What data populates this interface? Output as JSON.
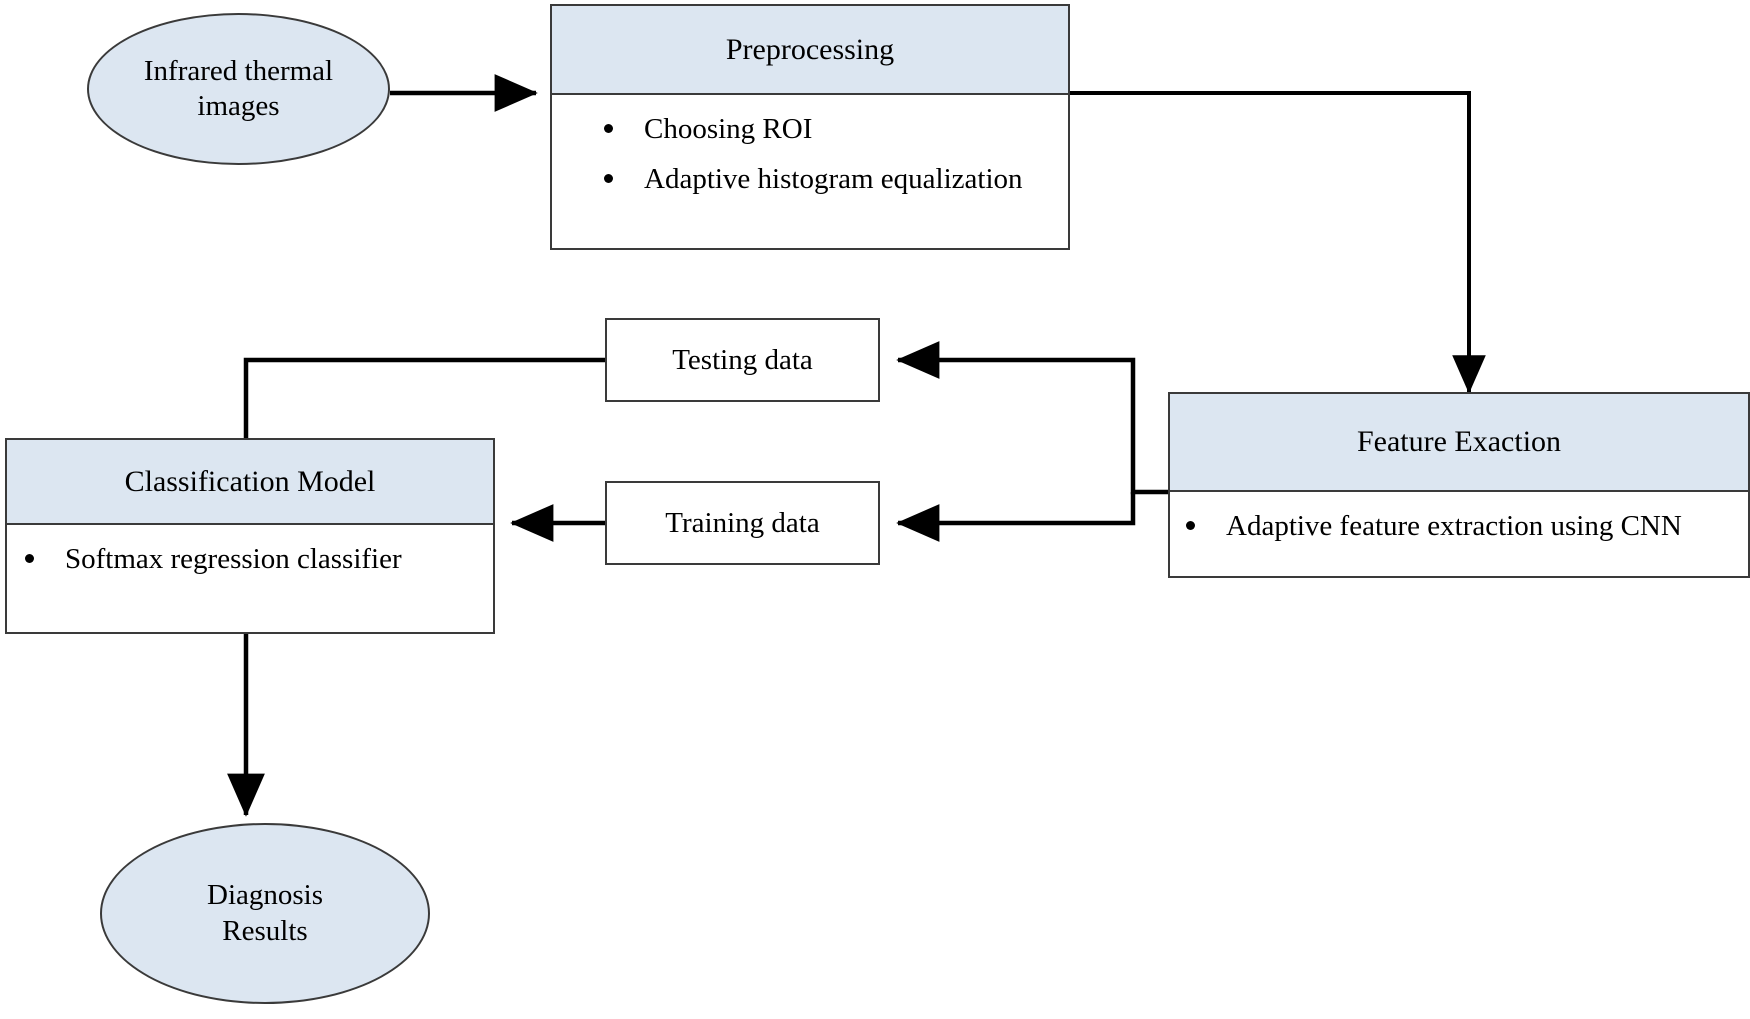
{
  "diagram": {
    "title": "Infrared thermal image diagnosis pipeline flowchart",
    "colors": {
      "fill_shaded": "#dce6f1",
      "fill_plain": "#ffffff",
      "stroke": "#3a3a3a",
      "arrow": "#000000",
      "text": "#000000",
      "background": "#ffffff"
    }
  },
  "nodes": {
    "input_ellipse": {
      "line1": "Infrared thermal",
      "line2": "images"
    },
    "preprocessing": {
      "header": "Preprocessing",
      "bullets": [
        "Choosing ROI",
        "Adaptive histogram equalization"
      ]
    },
    "feature_exaction": {
      "header": "Feature Exaction",
      "bullets": [
        "Adaptive feature extraction using CNN"
      ]
    },
    "testing_data": {
      "label": "Testing data"
    },
    "training_data": {
      "label": "Training data"
    },
    "classification_model": {
      "header": "Classification Model",
      "bullets": [
        "Softmax regression classifier"
      ]
    },
    "output_ellipse": {
      "line1": "Diagnosis",
      "line2": "Results"
    }
  },
  "edges": [
    {
      "name": "input-to-preprocessing",
      "from": "input_ellipse",
      "to": "preprocessing",
      "style": "straight-right"
    },
    {
      "name": "preprocessing-to-feature-exaction",
      "from": "preprocessing",
      "to": "feature_exaction",
      "style": "elbow-right-down"
    },
    {
      "name": "feature-exaction-to-testing-data",
      "from": "feature_exaction",
      "to": "testing_data",
      "style": "elbow-left-up"
    },
    {
      "name": "feature-exaction-to-training-data",
      "from": "feature_exaction",
      "to": "training_data",
      "style": "elbow-left-down"
    },
    {
      "name": "testing-data-to-classification-model",
      "from": "testing_data",
      "to": "classification_model",
      "style": "elbow-left-down"
    },
    {
      "name": "training-data-to-classification-model",
      "from": "training_data",
      "to": "classification_model",
      "style": "straight-left"
    },
    {
      "name": "classification-model-to-output",
      "from": "classification_model",
      "to": "output_ellipse",
      "style": "straight-down"
    }
  ]
}
